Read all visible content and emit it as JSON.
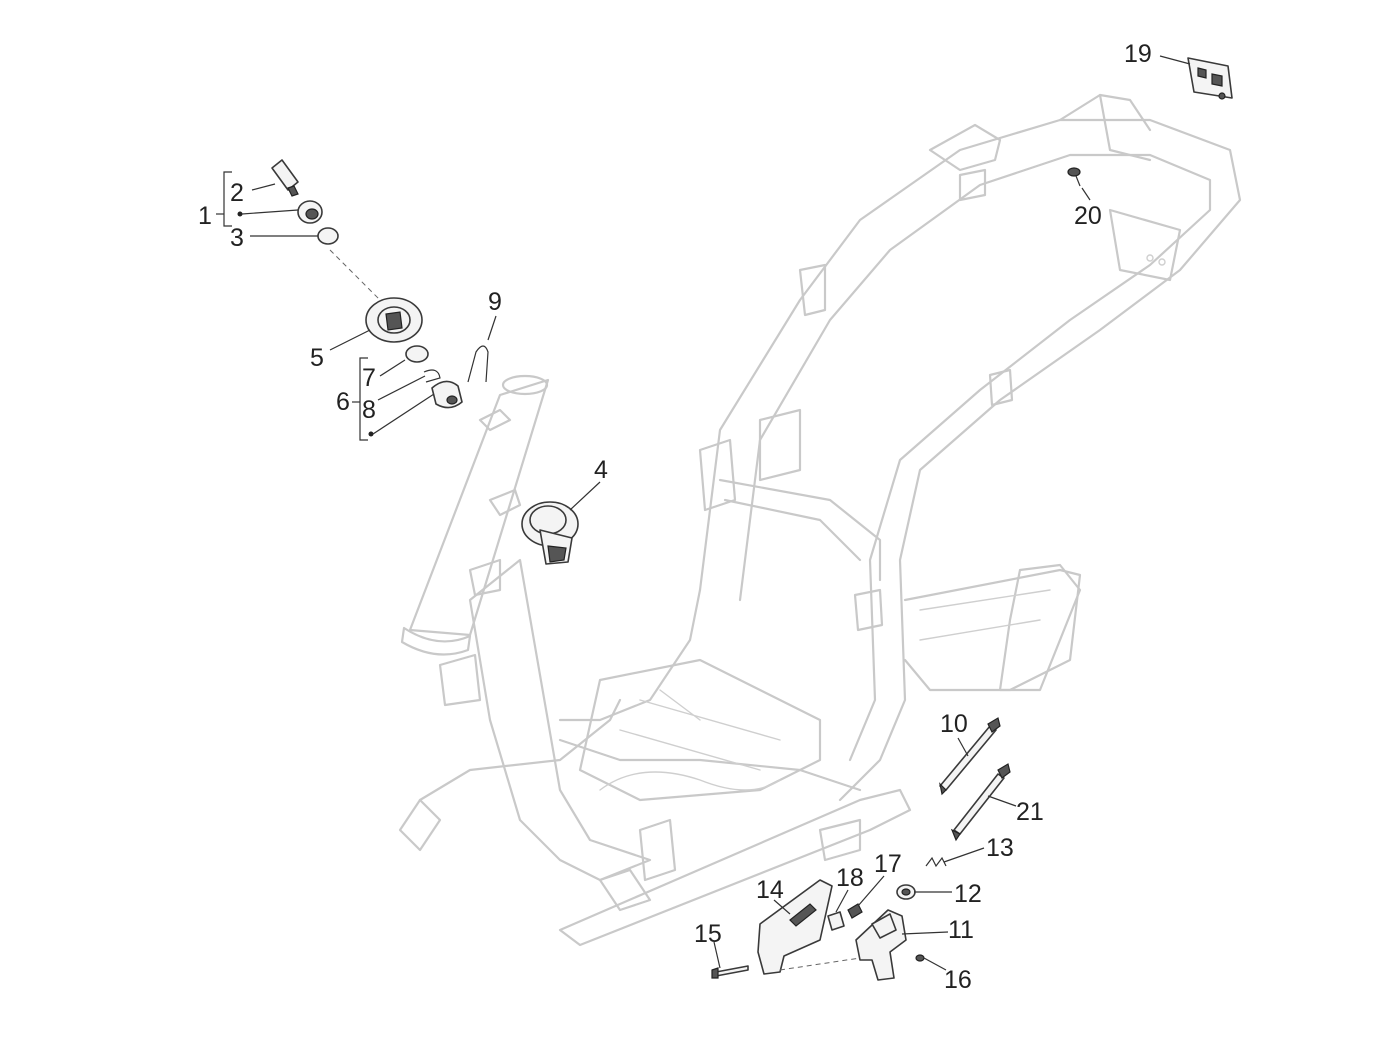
{
  "callouts": {
    "n1": "1",
    "n2": "2",
    "n3": "3",
    "n4": "4",
    "n5": "5",
    "n6": "6",
    "n7": "7",
    "n8": "8",
    "n9": "9",
    "n10": "10",
    "n11": "11",
    "n12": "12",
    "n13": "13",
    "n14": "14",
    "n15": "15",
    "n16": "16",
    "n17": "17",
    "n18": "18",
    "n19": "19",
    "n20": "20",
    "n21": "21"
  },
  "colors": {
    "frame_outline": "#c9c9c9",
    "part_outline": "#3a3a3a",
    "callout_text": "#222222"
  }
}
